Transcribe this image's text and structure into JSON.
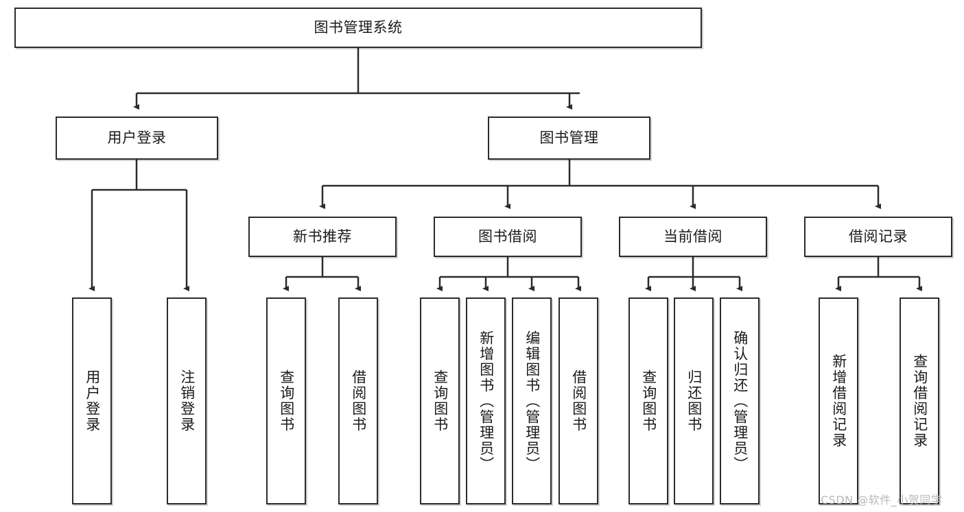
{
  "diagram": {
    "type": "tree-hierarchy",
    "title": "图书管理系统",
    "root": {
      "id": "root",
      "label": "图书管理系统",
      "orientation": "horizontal"
    },
    "level1": [
      {
        "id": "user-login",
        "label": "用户登录",
        "orientation": "horizontal"
      },
      {
        "id": "book-management",
        "label": "图书管理",
        "orientation": "horizontal"
      }
    ],
    "level2": [
      {
        "id": "new-book-recommend",
        "label": "新书推荐",
        "orientation": "horizontal",
        "parent": "book-management"
      },
      {
        "id": "book-borrow",
        "label": "图书借阅",
        "orientation": "horizontal",
        "parent": "book-management"
      },
      {
        "id": "current-borrow",
        "label": "当前借阅",
        "orientation": "horizontal",
        "parent": "book-management"
      },
      {
        "id": "borrow-record",
        "label": "借阅记录",
        "orientation": "horizontal",
        "parent": "book-management"
      }
    ],
    "leaves": [
      {
        "id": "leaf-user-login",
        "label": "用户登录",
        "orientation": "vertical",
        "parent": "user-login"
      },
      {
        "id": "leaf-logout",
        "label": "注销登录",
        "orientation": "vertical",
        "parent": "user-login"
      },
      {
        "id": "leaf-query-book-1",
        "label": "查询图书",
        "orientation": "vertical",
        "parent": "new-book-recommend"
      },
      {
        "id": "leaf-borrow-book-1",
        "label": "借阅图书",
        "orientation": "vertical",
        "parent": "new-book-recommend"
      },
      {
        "id": "leaf-query-book-2",
        "label": "查询图书",
        "orientation": "vertical",
        "parent": "book-borrow"
      },
      {
        "id": "leaf-add-book",
        "label": "新增图书（管理员）",
        "orientation": "vertical",
        "parent": "book-borrow"
      },
      {
        "id": "leaf-edit-book",
        "label": "编辑图书（管理员）",
        "orientation": "vertical",
        "parent": "book-borrow"
      },
      {
        "id": "leaf-borrow-book-2",
        "label": "借阅图书",
        "orientation": "vertical",
        "parent": "book-borrow"
      },
      {
        "id": "leaf-query-book-3",
        "label": "查询图书",
        "orientation": "vertical",
        "parent": "current-borrow"
      },
      {
        "id": "leaf-return-book",
        "label": "归还图书",
        "orientation": "vertical",
        "parent": "current-borrow"
      },
      {
        "id": "leaf-confirm-return",
        "label": "确认归还（管理员）",
        "orientation": "vertical",
        "parent": "current-borrow"
      },
      {
        "id": "leaf-add-record",
        "label": "新增借阅记录",
        "orientation": "vertical",
        "parent": "borrow-record"
      },
      {
        "id": "leaf-query-record",
        "label": "查询借阅记录",
        "orientation": "vertical",
        "parent": "borrow-record"
      }
    ],
    "colors": {
      "stroke": "#2b2b2b",
      "fill": "#ffffff",
      "text": "#1a1a1a",
      "watermark": "#b8b8b8"
    }
  },
  "watermark": {
    "text": "CSDN @软件_小贺同学"
  }
}
